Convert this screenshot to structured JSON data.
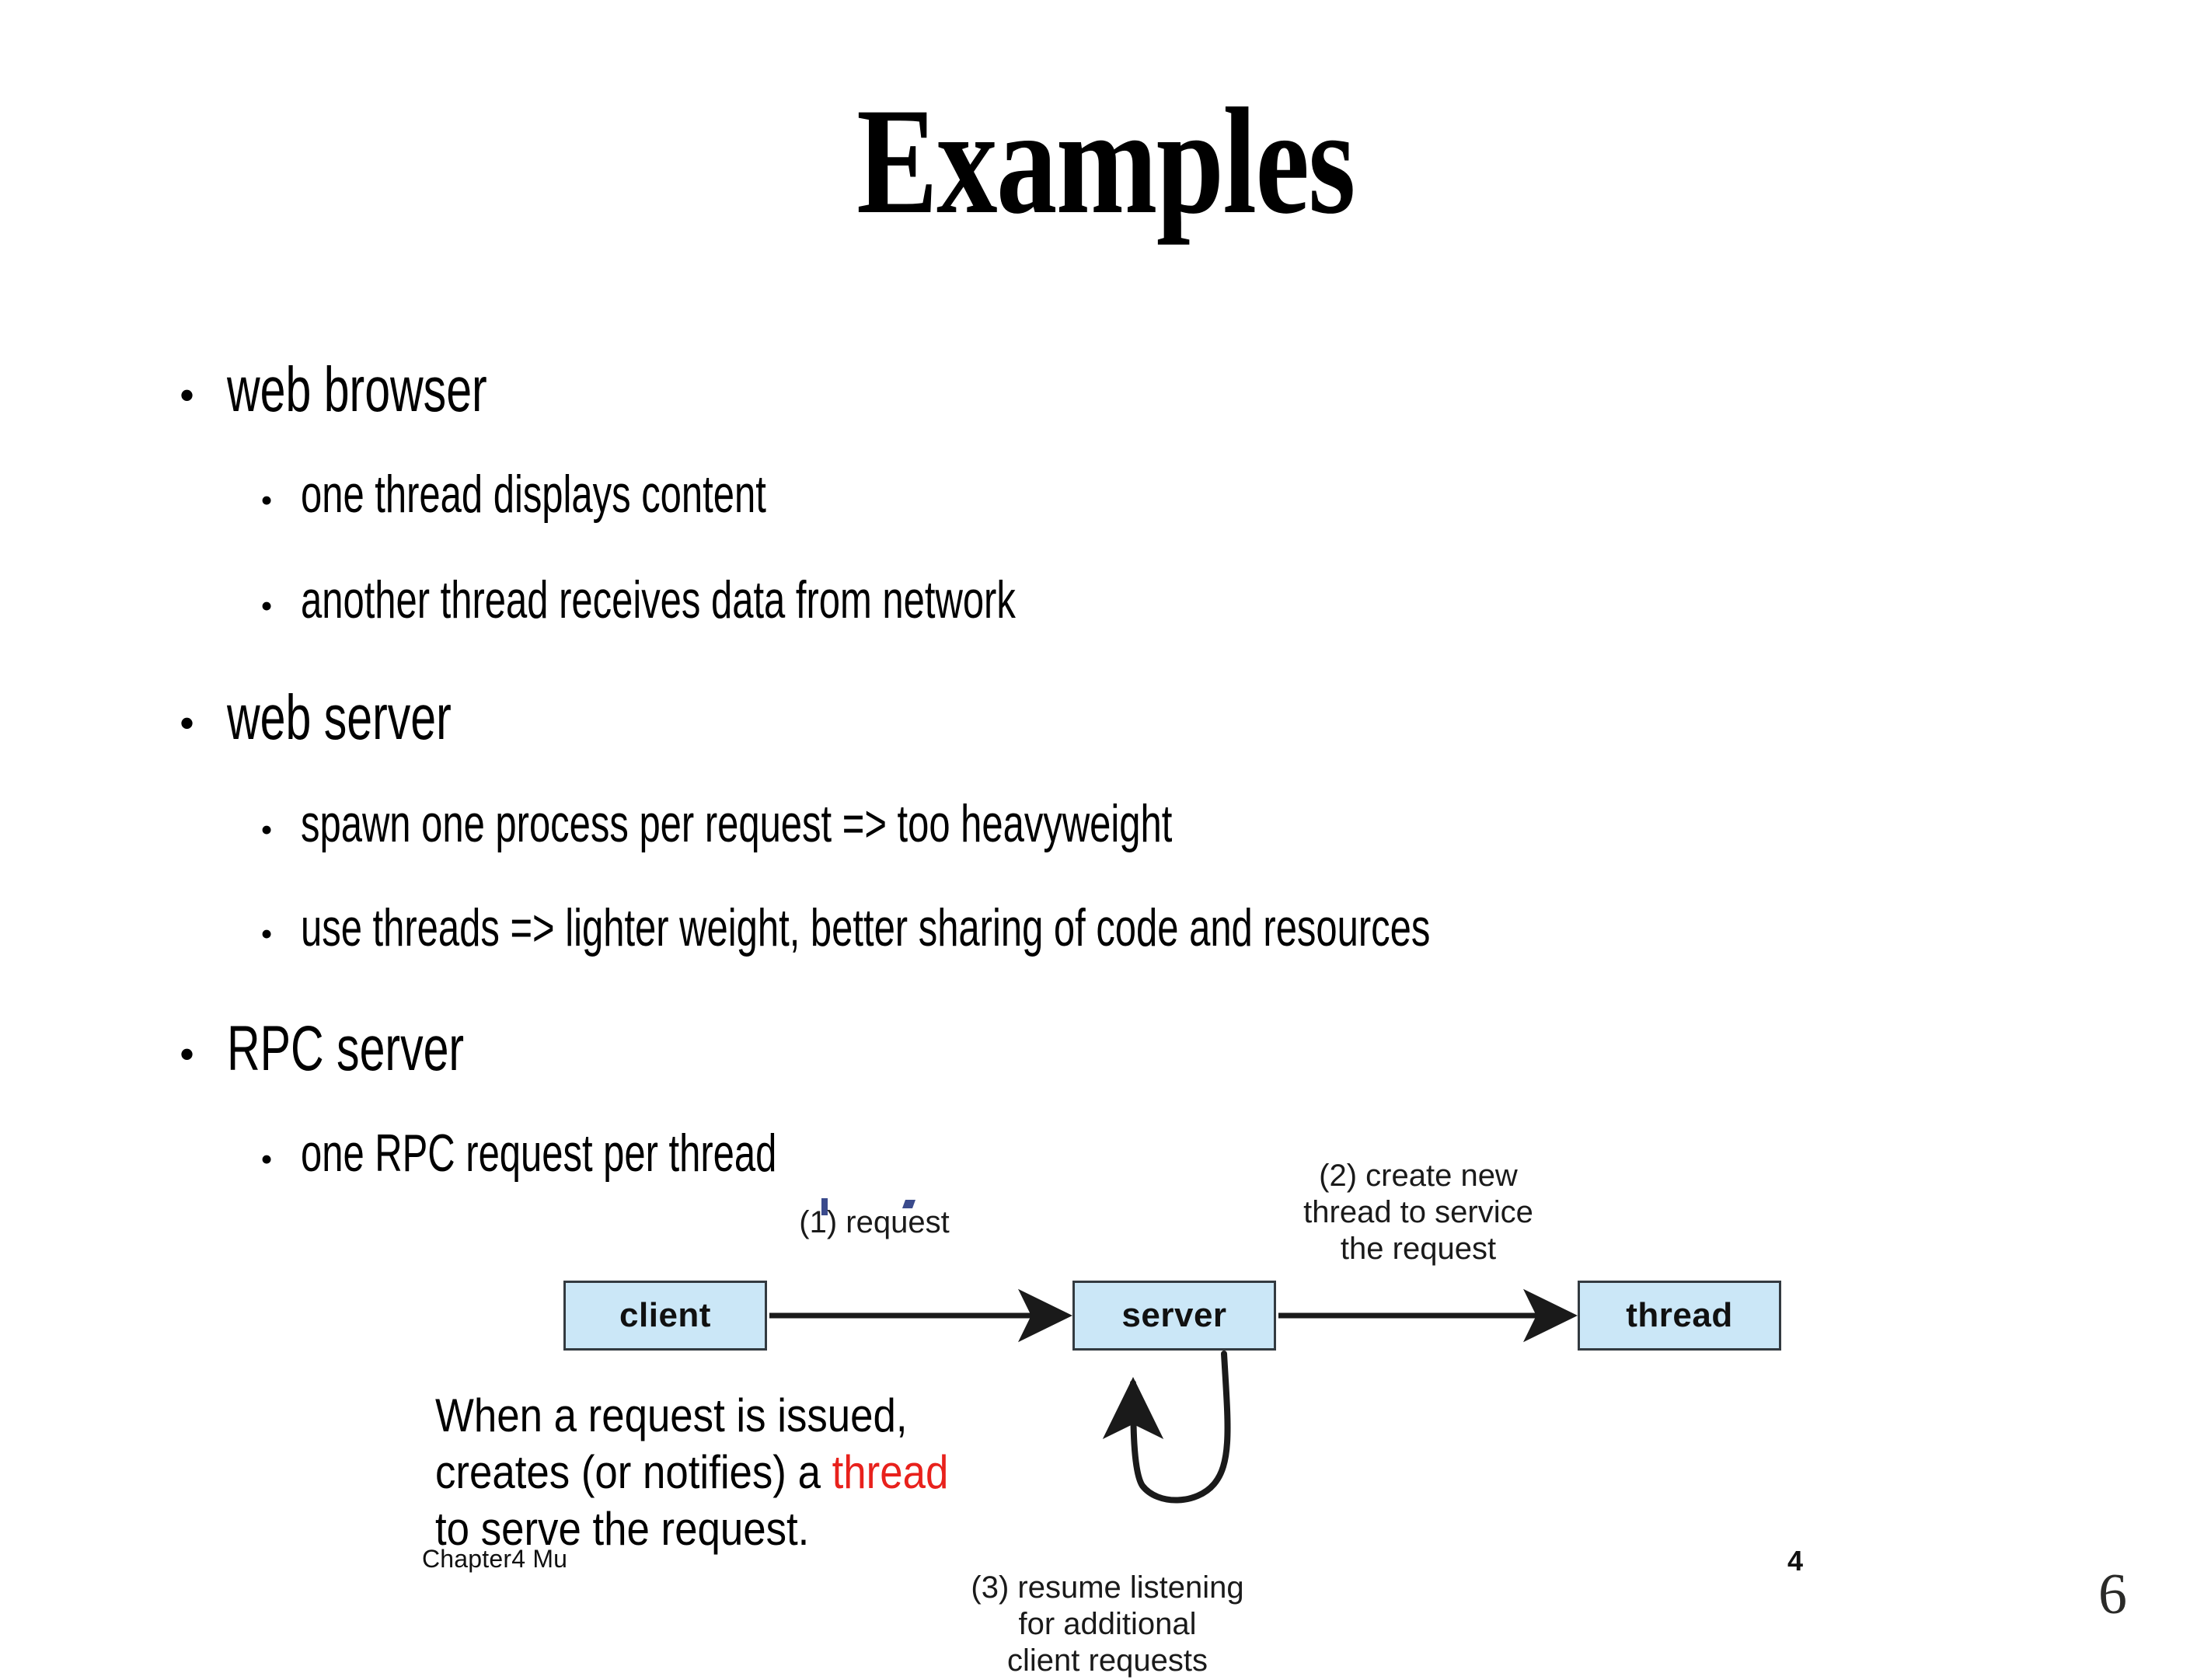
{
  "slide": {
    "title": "Examples",
    "page_number": "6",
    "inner_page_number": "4",
    "footer_note": "Chapter4 Mu"
  },
  "bullets": [
    {
      "level": 1,
      "text": "web browser"
    },
    {
      "level": 2,
      "text": "one thread displays content"
    },
    {
      "level": 2,
      "text": "another thread receives data from network"
    },
    {
      "level": 1,
      "text": "web server"
    },
    {
      "level": 2,
      "text": "spawn one process per request => too heavyweight"
    },
    {
      "level": 2,
      "text": "use threads => lighter weight, better sharing of code and resources"
    },
    {
      "level": 1,
      "text": "RPC server"
    },
    {
      "level": 2,
      "text": "one RPC request per thread"
    }
  ],
  "bullet_marker": "•",
  "diagram": {
    "boxes": [
      {
        "id": "client",
        "label": "client"
      },
      {
        "id": "server",
        "label": "server"
      },
      {
        "id": "thread",
        "label": "thread"
      }
    ],
    "labels": [
      {
        "id": "step1",
        "text": "(1) request"
      },
      {
        "id": "step2",
        "text": "(2) create new\nthread to service\nthe request"
      },
      {
        "id": "step3",
        "text": "(3) resume listening\nfor additional\nclient requests"
      }
    ],
    "box_fill": "#cbe7f7",
    "box_border": "#333a40",
    "arrow_color": "#1a1a1a"
  },
  "caption": {
    "line1": "When a request is issued,",
    "line2_before": "creates (or notifies) a ",
    "line2_accent": "thread",
    "line3": "to serve the request.",
    "accent_color": "#e8211c"
  }
}
